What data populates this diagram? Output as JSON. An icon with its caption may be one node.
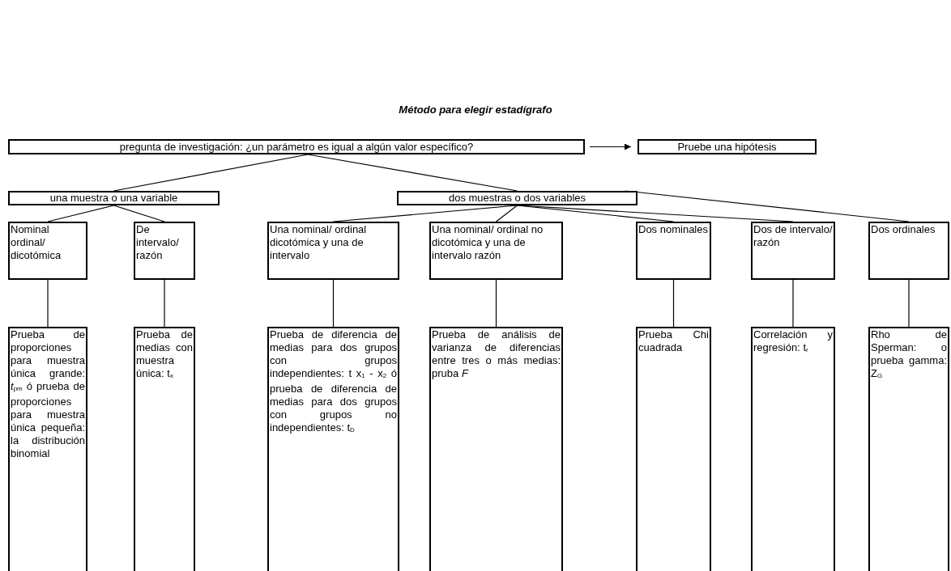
{
  "diagram": {
    "title": "Método para elegir estadígrafo",
    "nodes": [
      {
        "text": [
          "pregunta de investigación: ¿un parámetro es igual a algún valor específico?"
        ]
      },
      {
        "text": [
          "Pruebe una hipótesis"
        ]
      },
      {
        "text": [
          "una muestra o una variable"
        ]
      },
      {
        "text": [
          "dos muestras o dos variables"
        ]
      },
      {
        "text": [
          "Nominal ordinal/ dicotómica"
        ]
      },
      {
        "text": [
          "De intervalo/ razón"
        ]
      },
      {
        "text": [
          "Una nominal/ ordinal dicotómica y una de intervalo"
        ]
      },
      {
        "text": [
          "Una nominal/ ordinal no dicotómica y una de intervalo razón"
        ]
      },
      {
        "text": [
          "Dos nominales"
        ]
      },
      {
        "text": [
          "Dos de intervalo/ razón"
        ]
      },
      {
        "text": [
          "Dos ordinales"
        ]
      },
      {
        "text": [
          "Prueba de proporciones para muestra única grande: *t*$_{pm}$ ó prueba de proporciones para muestra única pequeña: la distribución binomial"
        ]
      },
      {
        "text": [
          "Prueba de medias con muestra única: t$_{x}$"
        ]
      },
      {
        "text": [
          "Prueba de diferencia de medias para dos grupos con grupos independientes: t x$_{1}$ - x$_{2}$ ó prueba de diferencia de medias para dos grupos con grupos no independientes: t$_{D}$"
        ]
      },
      {
        "text": [
          "Prueba de análisis de varianza de diferencias entre tres o más medias: pruba *F*"
        ]
      },
      {
        "text": [
          "Prueba Chi cuadrada"
        ]
      },
      {
        "text": [
          "Correlación y regresión: t$_{r}$"
        ]
      },
      {
        "text": [
          "Rho de Sperman: o prueba gamma: Z$_{G}$"
        ]
      }
    ],
    "edges": [
      {
        "from": 0,
        "to": 1,
        "arrow": "to"
      },
      {
        "from": 0,
        "to": 2,
        "arrow": "none"
      },
      {
        "from": 0,
        "to": 3,
        "arrow": "none"
      },
      {
        "from": 2,
        "to": 4,
        "arrow": "none"
      },
      {
        "from": 2,
        "to": 5,
        "arrow": "none"
      },
      {
        "from": 3,
        "to": 6,
        "arrow": "none"
      },
      {
        "from": 3,
        "to": 7,
        "arrow": "none"
      },
      {
        "from": 3,
        "to": 8,
        "arrow": "none"
      },
      {
        "from": 3,
        "to": 9,
        "arrow": "none"
      },
      {
        "from": 3,
        "to": 10,
        "arrow": "none"
      },
      {
        "from": 4,
        "to": 11,
        "arrow": "none"
      },
      {
        "from": 5,
        "to": 12,
        "arrow": "none"
      },
      {
        "from": 6,
        "to": 13,
        "arrow": "none"
      },
      {
        "from": 7,
        "to": 14,
        "arrow": "none"
      },
      {
        "from": 8,
        "to": 15,
        "arrow": "none"
      },
      {
        "from": 9,
        "to": 16,
        "arrow": "none"
      },
      {
        "from": 10,
        "to": 17,
        "arrow": "none"
      }
    ]
  }
}
